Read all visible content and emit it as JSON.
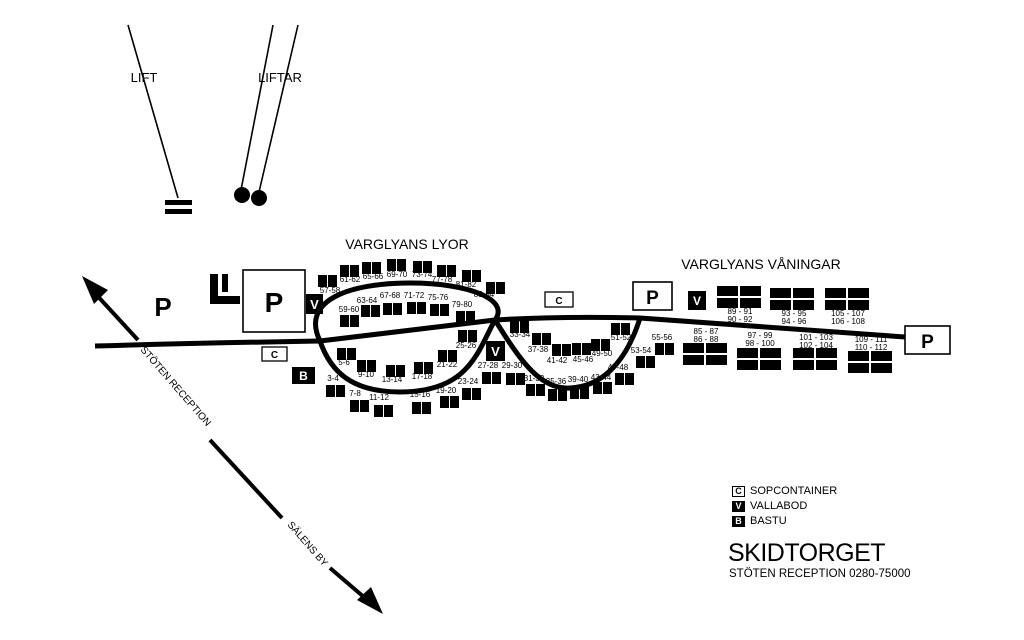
{
  "map": {
    "lift_label": "LIFT",
    "liftar_label": "LIFTAR",
    "area_lyor": "VARGLYANS LYOR",
    "area_vaningar": "VARGLYANS VÅNINGAR",
    "road_reception": "STÖTEN RECEPTION",
    "road_salen": "SÄLENS BY",
    "parking": "P",
    "container": "C",
    "vallabod": "V",
    "bastu": "B",
    "cabins": [
      "57-58",
      "61-62",
      "65-66",
      "69-70",
      "73-74",
      "77-78",
      "81-82",
      "83-84",
      "59-60",
      "63-64",
      "67-68",
      "71-72",
      "75-76",
      "79-80",
      "25-26",
      "21-22",
      "17-18",
      "13-14",
      "9-10",
      "5-6",
      "3-4",
      "7-8",
      "11-12",
      "15-16",
      "19-20",
      "23-24",
      "27-28",
      "29-30",
      "33-34",
      "37-38",
      "41-42",
      "45-46",
      "49-50",
      "51-52",
      "31-32",
      "35-36",
      "39-40",
      "43-44",
      "47-48",
      "53-54",
      "55-56"
    ],
    "apartments": [
      [
        "89 - 91",
        "90 - 92"
      ],
      [
        "93 - 95",
        "94 - 96"
      ],
      [
        "105 - 107",
        "106 - 108"
      ],
      [
        "85 - 87",
        "86 - 88"
      ],
      [
        "97 - 99",
        "98 - 100"
      ],
      [
        "101 - 103",
        "102 - 104"
      ],
      [
        "109 - 111",
        "110 - 112"
      ]
    ]
  },
  "legend": {
    "items": [
      {
        "symbol": "C",
        "label": "SOPCONTAINER"
      },
      {
        "symbol": "V",
        "label": "VALLABOD"
      },
      {
        "symbol": "B",
        "label": "BASTU"
      }
    ]
  },
  "footer": {
    "title": "SKIDTORGET",
    "contact": "STÖTEN RECEPTION 0280-75000"
  }
}
